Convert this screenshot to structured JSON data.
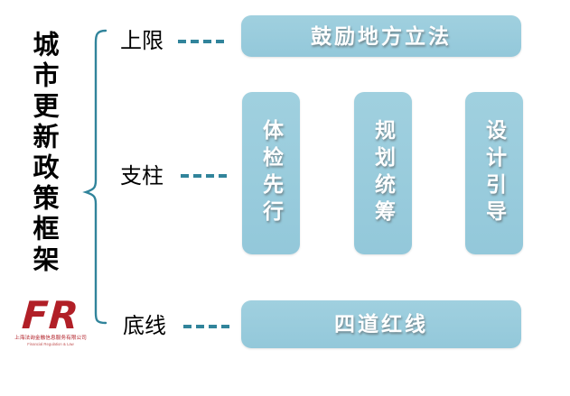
{
  "title": {
    "text": "城市更新政策框架"
  },
  "tiers": [
    {
      "label": "上限"
    },
    {
      "label": "支柱"
    },
    {
      "label": "底线"
    }
  ],
  "boxes": {
    "top": "鼓励地方立法",
    "pillars": [
      "体检先行",
      "规划统筹",
      "设计引导"
    ],
    "bottom": "四道红线"
  },
  "logo": {
    "mark": "FR",
    "company_cn": "上海法询金融信息服务有限公司",
    "company_en": "Financial Regulation & Law"
  },
  "colors": {
    "box_fill": "#99cbdc",
    "accent_teal": "#31849b",
    "logo_red": "#b11f27",
    "title_black": "#000000"
  }
}
